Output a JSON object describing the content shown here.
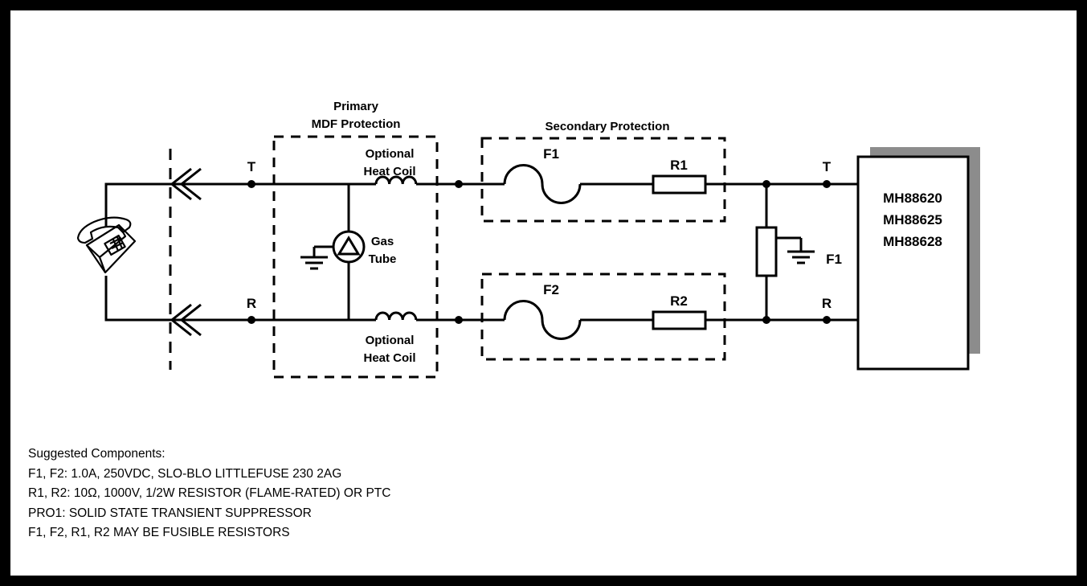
{
  "labels": {
    "primary_title_1": "Primary",
    "primary_title_2": "MDF Protection",
    "secondary_title": "Secondary Protection",
    "heat_coil_top_1": "Optional",
    "heat_coil_top_2": "Heat Coil",
    "heat_coil_bottom_1": "Optional",
    "heat_coil_bottom_2": "Heat Coil",
    "gas_tube_1": "Gas",
    "gas_tube_2": "Tube",
    "tip_left": "T",
    "ring_left": "R",
    "tip_right": "T",
    "ring_right": "R",
    "fuse_1": "F1",
    "fuse_2": "F2",
    "resistor_1": "R1",
    "resistor_2": "R2",
    "suppressor": "F1",
    "device_1": "MH88620",
    "device_2": "MH88625",
    "device_3": "MH88628"
  },
  "notes": {
    "heading": "Suggested Components:",
    "line_1": "F1, F2: 1.0A, 250VDC, SLO-BLO  LITTLEFUSE 230 2AG",
    "line_2": "R1, R2:  10Ω, 1000V, 1/2W RESISTOR (FLAME-RATED) OR PTC",
    "line_3": "PRO1:  SOLID STATE TRANSIENT SUPPRESSOR",
    "line_4": "F1, F2, R1, R2 MAY BE FUSIBLE RESISTORS"
  },
  "icons": {
    "telephone": "telephone-icon",
    "ground": "ground-icon",
    "connector": "connector-icon"
  }
}
